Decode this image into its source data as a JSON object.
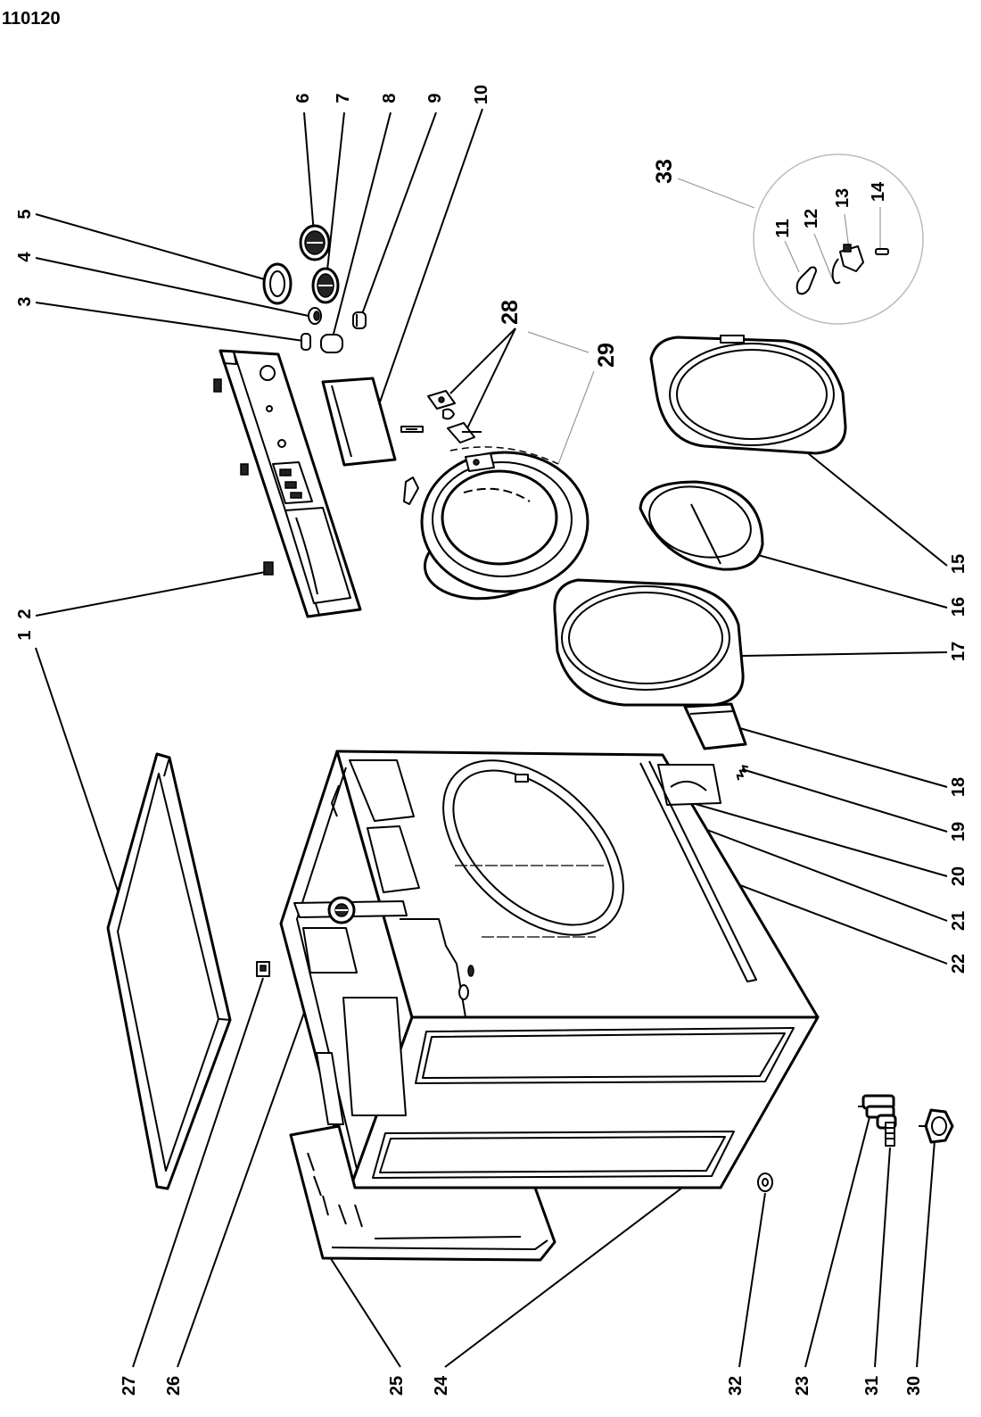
{
  "title": "110120",
  "callouts": [
    "1",
    "2",
    "3",
    "4",
    "5",
    "6",
    "7",
    "8",
    "9",
    "10",
    "11",
    "12",
    "13",
    "14",
    "15",
    "16",
    "17",
    "18",
    "19",
    "20",
    "21",
    "22",
    "23",
    "24",
    "25",
    "26",
    "27",
    "28",
    "29",
    "30",
    "31",
    "32",
    "33"
  ]
}
